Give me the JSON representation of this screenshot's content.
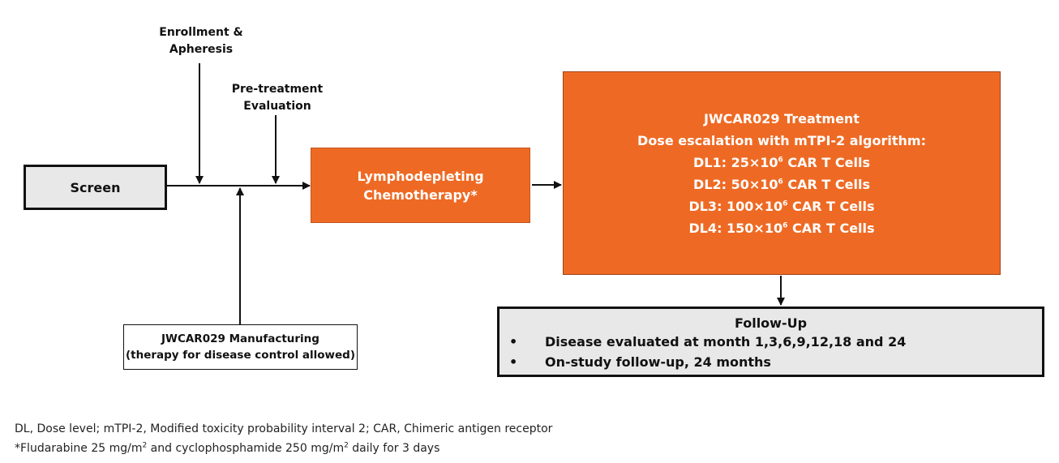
{
  "labels": {
    "enrollment_line1": "Enrollment &",
    "enrollment_line2": "Apheresis",
    "pretreatment_line1": "Pre-treatment",
    "pretreatment_line2": "Evaluation"
  },
  "screen": {
    "label": "Screen"
  },
  "lymphodepleting": {
    "line1": "Lymphodepleting",
    "line2": "Chemotherapy*"
  },
  "treatment": {
    "line1": "JWCAR029 Treatment",
    "line2": "Dose escalation with mTPI-2 algorithm:",
    "doses": [
      {
        "level": "DL1: 25×10",
        "exp": "6",
        "unit": " CAR T Cells"
      },
      {
        "level": "DL2: 50×10",
        "exp": "6",
        "unit": " CAR T Cells"
      },
      {
        "level": "DL3: 100×10",
        "exp": "6",
        "unit": " CAR T Cells"
      },
      {
        "level": "DL4: 150×10",
        "exp": "6",
        "unit": " CAR T Cells"
      }
    ]
  },
  "manufacturing": {
    "line1": "JWCAR029 Manufacturing",
    "line2": "(therapy for disease control allowed)"
  },
  "followup": {
    "title": "Follow-Up",
    "bullet": "•",
    "items": [
      "Disease evaluated at month 1,3,6,9,12,18 and 24",
      "On-study follow-up, 24 months"
    ]
  },
  "footnotes": {
    "line1": "DL, Dose level;  mTPI-2, Modified toxicity probability interval 2; CAR, Chimeric antigen receptor",
    "line2_a": "*Fludarabine 25 mg/m",
    "line2_sup1": "2",
    "line2_b": " and cyclophosphamide 250 mg/m",
    "line2_sup2": "2",
    "line2_c": " daily for 3 days"
  }
}
